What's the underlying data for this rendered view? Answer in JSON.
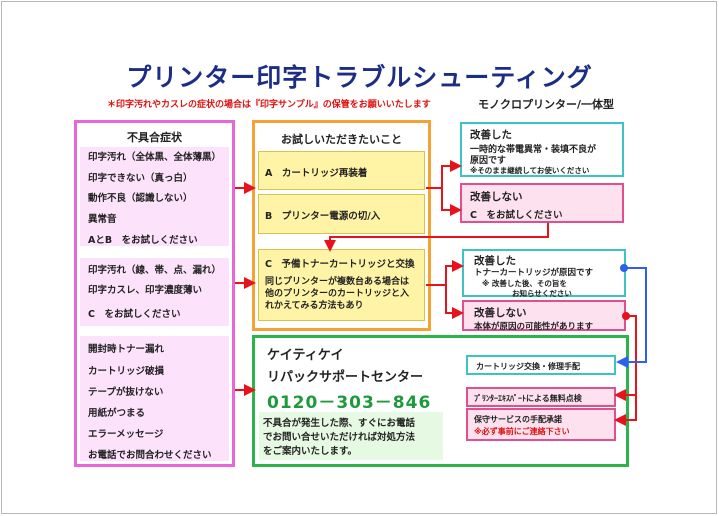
{
  "title": "プリンター印字トラブルシューティング",
  "note": "＊印字汚れやカスレの症状の場合は『印字サンプル』の保管をお願いいたします",
  "model": "モノクロプリンター/一体型",
  "symptoms": {
    "header": "不具合症状",
    "group1": [
      "印字汚れ（全体黒、全体薄黒）",
      "印字できない（真っ白）",
      "動作不良（認識しない）",
      "異常音"
    ],
    "group1_action": "AとB　をお試しください",
    "group2": [
      "印字汚れ（線、帯、点、漏れ）",
      "印字カスレ、印字濃度薄い"
    ],
    "group2_action": "C　をお試しください",
    "group3": [
      "開封時トナー漏れ",
      "カートリッジ破損",
      "テープが抜けない",
      "用紙がつまる",
      "エラーメッセージ"
    ],
    "group3_action": "お電話でお問合わせください"
  },
  "trials": {
    "header": "お試しいただきたいこと",
    "a": "A　カートリッジ再装着",
    "b": "B　プリンター電源の切/入",
    "c_title": "C　予備トナーカートリッジと交換",
    "c_body": [
      "同じプリンターが複数台ある場合は",
      "他のプリンターのカートリッジと入",
      "れかえてみる方法もあり"
    ]
  },
  "results": {
    "improved1_title": "改善した",
    "improved1_body": [
      "一時的な帯電異常・装填不良が",
      "原因です"
    ],
    "improved1_note": "※そのまま継続してお使いください",
    "notimproved1_title": "改善しない",
    "notimproved1_body": "C　をお試しください",
    "improved2_title": "改善した",
    "improved2_body": "トナーカートリッジが原因です",
    "improved2_note": [
      "※ 改善した後、その旨を",
      "お知らせください"
    ],
    "notimproved2_title": "改善しない",
    "notimproved2_body": "本体が原因の可能性があります"
  },
  "center": {
    "name1": "ケイティケイ",
    "name2": "リパックサポートセンター",
    "phone": "0120－303－846",
    "body": [
      "不具合が発生した際、すぐにお電話",
      "でお問い合せいただければ対処方法",
      "をご案内いたします。"
    ]
  },
  "actions": {
    "exchange": "カートリッジ交換・修理手配",
    "inspection": "ﾌﾟﾘﾝﾀｰｴｷｽﾊﾟｰﾄによる無料点検",
    "maintenance": "保守サービスの手配承諾",
    "maintenance_note": "※必ず事前にご連絡下さい"
  },
  "colors": {
    "title": "#1c2d86",
    "arrow_red": "#e8121a",
    "arrow_blue": "#2f5ff0",
    "pink_border": "#e866d8",
    "orange_border": "#f4a233",
    "green_border": "#2ab44a",
    "teal_border": "#3cc4c4"
  }
}
